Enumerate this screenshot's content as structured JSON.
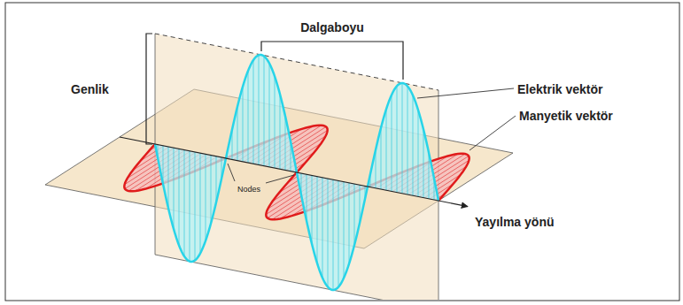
{
  "diagram": {
    "labels": [
      "Genlik",
      "Dalgaboyu",
      "Elektrik vektör",
      "Manyetik vektör",
      "Nodes",
      "Yayılma yönü"
    ]
  }
}
